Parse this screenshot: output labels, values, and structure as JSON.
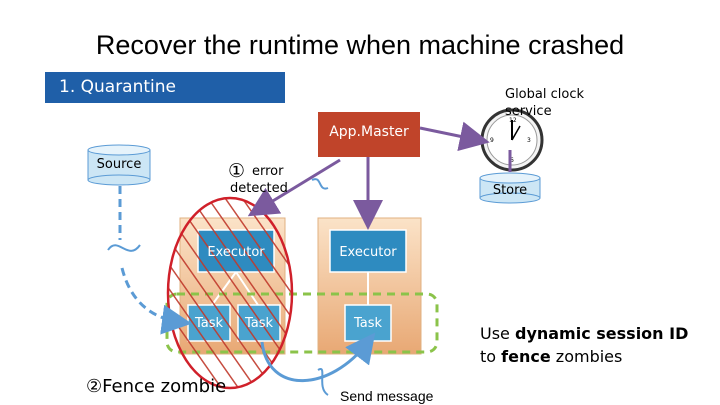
{
  "title": "Recover the runtime when machine crashed",
  "banner": "1. Quarantine",
  "clock_label": "Global clock service",
  "app_master": "App.Master",
  "source": "Source",
  "store": "Store",
  "step1_number": "①",
  "step1_text": "error detected",
  "executor_left": "Executor",
  "executor_right": "Executor",
  "task_left_1": "Task",
  "task_left_2": "Task",
  "task_right": "Task",
  "step2": "②Fence zombie",
  "send_message": "Send message",
  "note": {
    "prefix": "Use ",
    "bold1": "dynamic session ID",
    "middle": " to ",
    "bold2": "fence",
    "suffix": " zombies"
  },
  "colors": {
    "banner": "#1f5fa8",
    "app_master": "#c0442a",
    "executor": "#2e8bc0",
    "task": "#4aa3cf",
    "fence": "#8bc34a",
    "strike": "#c0392b",
    "store": "#cce6f5",
    "arrow": "#7b5a9e"
  }
}
